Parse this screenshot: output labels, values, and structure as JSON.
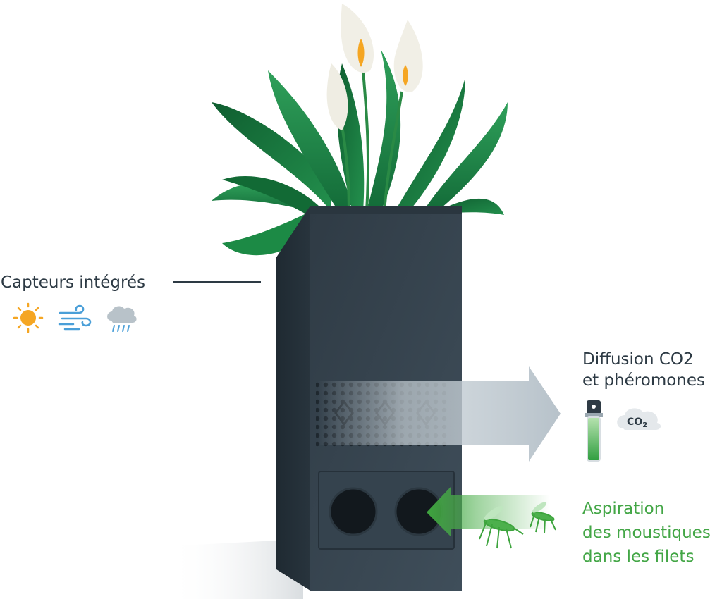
{
  "sensors": {
    "label": "Capteurs intégrés",
    "icons": [
      "sun-icon",
      "wind-icon",
      "rain-cloud-icon"
    ]
  },
  "diffusion": {
    "line1": "Diffusion CO2",
    "line2": "et phéromones",
    "icons": [
      "lure-vial-icon",
      "co2-cloud-icon"
    ],
    "cloud_text": "CO",
    "cloud_sub": "2"
  },
  "aspiration": {
    "line1": "Aspiration",
    "line2": "des moustiques",
    "line3": "dans les filets",
    "icons": [
      "mosquito-icon",
      "mosquito-icon"
    ]
  },
  "colors": {
    "text": "#2d3a44",
    "green": "#43a646",
    "body": "#3a4854",
    "leaf": "#1f8a48",
    "sun": "#f5a623",
    "wind": "#4a9fd8"
  }
}
